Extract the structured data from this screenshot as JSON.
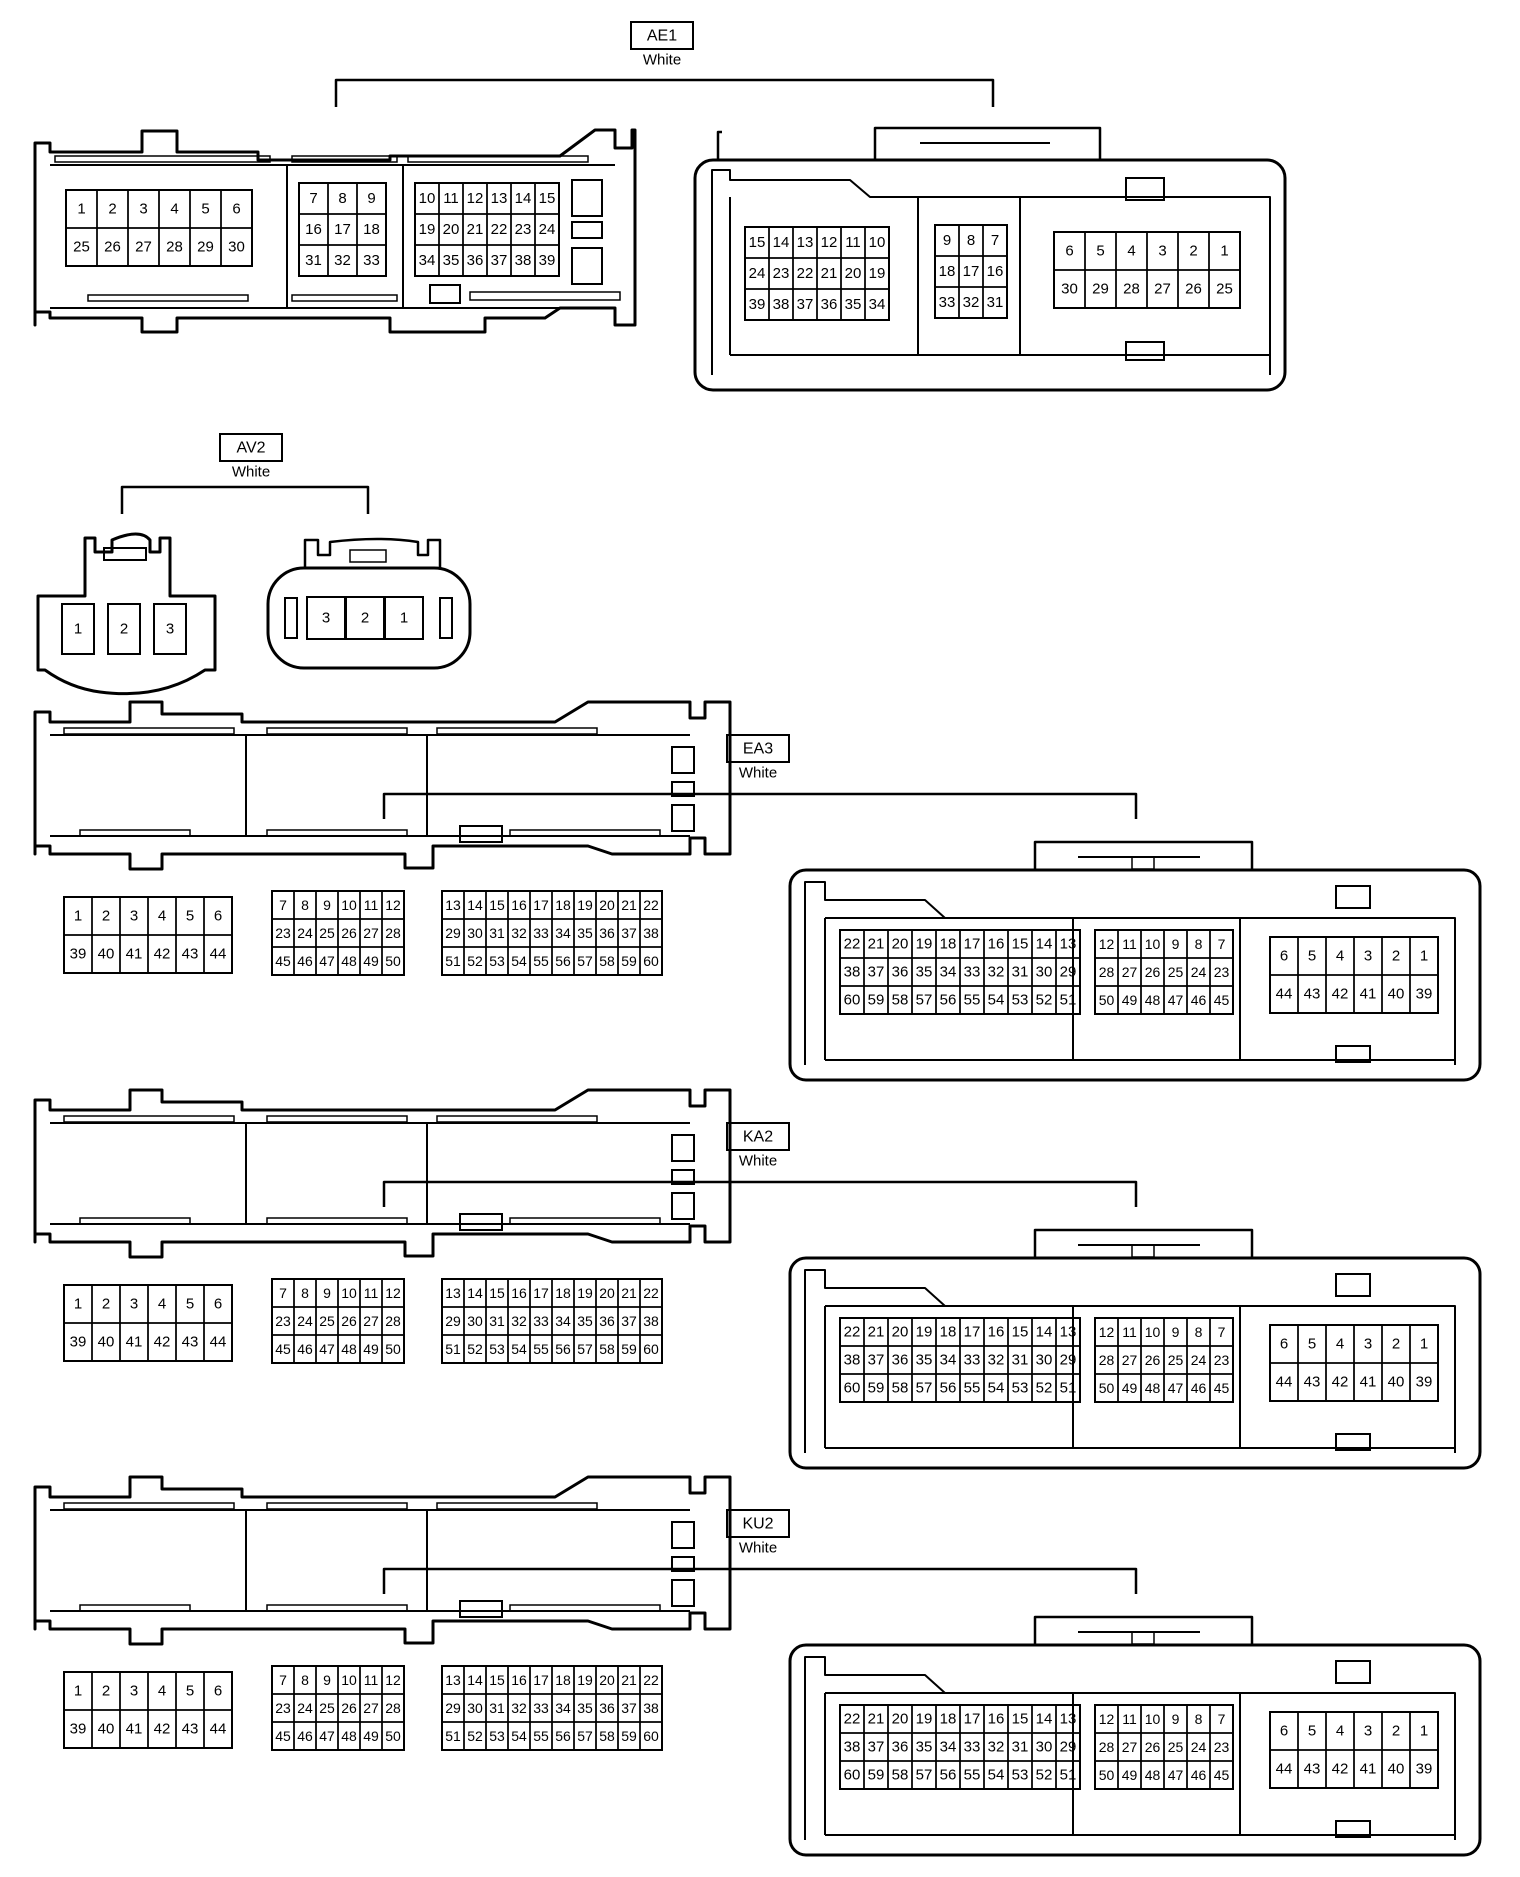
{
  "connectors": [
    {
      "id": "AE1",
      "color": "White",
      "male": {
        "blocks": [
          {
            "rows": [
              [
                "1",
                "2",
                "3",
                "4",
                "5",
                "6"
              ],
              [
                "25",
                "26",
                "27",
                "28",
                "29",
                "30"
              ]
            ]
          },
          {
            "rows": [
              [
                "7",
                "8",
                "9"
              ],
              [
                "16",
                "17",
                "18"
              ],
              [
                "31",
                "32",
                "33"
              ]
            ]
          },
          {
            "rows": [
              [
                "10",
                "11",
                "12",
                "13",
                "14",
                "15"
              ],
              [
                "19",
                "20",
                "21",
                "22",
                "23",
                "24"
              ],
              [
                "34",
                "35",
                "36",
                "37",
                "38",
                "39"
              ]
            ]
          }
        ]
      },
      "female": {
        "blocks": [
          {
            "rows": [
              [
                "15",
                "14",
                "13",
                "12",
                "11",
                "10"
              ],
              [
                "24",
                "23",
                "22",
                "21",
                "20",
                "19"
              ],
              [
                "39",
                "38",
                "37",
                "36",
                "35",
                "34"
              ]
            ]
          },
          {
            "rows": [
              [
                "9",
                "8",
                "7"
              ],
              [
                "18",
                "17",
                "16"
              ],
              [
                "33",
                "32",
                "31"
              ]
            ]
          },
          {
            "rows": [
              [
                "6",
                "5",
                "4",
                "3",
                "2",
                "1"
              ],
              [
                "30",
                "29",
                "28",
                "27",
                "26",
                "25"
              ]
            ]
          }
        ]
      }
    },
    {
      "id": "AV2",
      "color": "White",
      "male": {
        "blocks": [
          {
            "rows": [
              [
                "1",
                "2",
                "3"
              ]
            ]
          }
        ]
      },
      "female": {
        "blocks": [
          {
            "rows": [
              [
                "3",
                "2",
                "1"
              ]
            ]
          }
        ]
      }
    },
    {
      "id": "EA3",
      "color": "White",
      "male": {
        "blocks": [
          {
            "rows": [
              [
                "1",
                "2",
                "3",
                "4",
                "5",
                "6"
              ],
              [
                "39",
                "40",
                "41",
                "42",
                "43",
                "44"
              ]
            ]
          },
          {
            "rows": [
              [
                "7",
                "8",
                "9",
                "10",
                "11",
                "12"
              ],
              [
                "23",
                "24",
                "25",
                "26",
                "27",
                "28"
              ],
              [
                "45",
                "46",
                "47",
                "48",
                "49",
                "50"
              ]
            ]
          },
          {
            "rows": [
              [
                "13",
                "14",
                "15",
                "16",
                "17",
                "18",
                "19",
                "20",
                "21",
                "22"
              ],
              [
                "29",
                "30",
                "31",
                "32",
                "33",
                "34",
                "35",
                "36",
                "37",
                "38"
              ],
              [
                "51",
                "52",
                "53",
                "54",
                "55",
                "56",
                "57",
                "58",
                "59",
                "60"
              ]
            ]
          }
        ]
      },
      "female": {
        "blocks": [
          {
            "rows": [
              [
                "22",
                "21",
                "20",
                "19",
                "18",
                "17",
                "16",
                "15",
                "14",
                "13"
              ],
              [
                "38",
                "37",
                "36",
                "35",
                "34",
                "33",
                "32",
                "31",
                "30",
                "29"
              ],
              [
                "60",
                "59",
                "58",
                "57",
                "56",
                "55",
                "54",
                "53",
                "52",
                "51"
              ]
            ]
          },
          {
            "rows": [
              [
                "12",
                "11",
                "10",
                "9",
                "8",
                "7"
              ],
              [
                "28",
                "27",
                "26",
                "25",
                "24",
                "23"
              ],
              [
                "50",
                "49",
                "48",
                "47",
                "46",
                "45"
              ]
            ]
          },
          {
            "rows": [
              [
                "6",
                "5",
                "4",
                "3",
                "2",
                "1"
              ],
              [
                "44",
                "43",
                "42",
                "41",
                "40",
                "39"
              ]
            ]
          }
        ]
      }
    },
    {
      "id": "KA2",
      "color": "White",
      "male": {
        "blocks": [
          {
            "rows": [
              [
                "1",
                "2",
                "3",
                "4",
                "5",
                "6"
              ],
              [
                "39",
                "40",
                "41",
                "42",
                "43",
                "44"
              ]
            ]
          },
          {
            "rows": [
              [
                "7",
                "8",
                "9",
                "10",
                "11",
                "12"
              ],
              [
                "23",
                "24",
                "25",
                "26",
                "27",
                "28"
              ],
              [
                "45",
                "46",
                "47",
                "48",
                "49",
                "50"
              ]
            ]
          },
          {
            "rows": [
              [
                "13",
                "14",
                "15",
                "16",
                "17",
                "18",
                "19",
                "20",
                "21",
                "22"
              ],
              [
                "29",
                "30",
                "31",
                "32",
                "33",
                "34",
                "35",
                "36",
                "37",
                "38"
              ],
              [
                "51",
                "52",
                "53",
                "54",
                "55",
                "56",
                "57",
                "58",
                "59",
                "60"
              ]
            ]
          }
        ]
      },
      "female": {
        "blocks": [
          {
            "rows": [
              [
                "22",
                "21",
                "20",
                "19",
                "18",
                "17",
                "16",
                "15",
                "14",
                "13"
              ],
              [
                "38",
                "37",
                "36",
                "35",
                "34",
                "33",
                "32",
                "31",
                "30",
                "29"
              ],
              [
                "60",
                "59",
                "58",
                "57",
                "56",
                "55",
                "54",
                "53",
                "52",
                "51"
              ]
            ]
          },
          {
            "rows": [
              [
                "12",
                "11",
                "10",
                "9",
                "8",
                "7"
              ],
              [
                "28",
                "27",
                "26",
                "25",
                "24",
                "23"
              ],
              [
                "50",
                "49",
                "48",
                "47",
                "46",
                "45"
              ]
            ]
          },
          {
            "rows": [
              [
                "6",
                "5",
                "4",
                "3",
                "2",
                "1"
              ],
              [
                "44",
                "43",
                "42",
                "41",
                "40",
                "39"
              ]
            ]
          }
        ]
      }
    },
    {
      "id": "KU2",
      "color": "White",
      "male": {
        "blocks": [
          {
            "rows": [
              [
                "1",
                "2",
                "3",
                "4",
                "5",
                "6"
              ],
              [
                "39",
                "40",
                "41",
                "42",
                "43",
                "44"
              ]
            ]
          },
          {
            "rows": [
              [
                "7",
                "8",
                "9",
                "10",
                "11",
                "12"
              ],
              [
                "23",
                "24",
                "25",
                "26",
                "27",
                "28"
              ],
              [
                "45",
                "46",
                "47",
                "48",
                "49",
                "50"
              ]
            ]
          },
          {
            "rows": [
              [
                "13",
                "14",
                "15",
                "16",
                "17",
                "18",
                "19",
                "20",
                "21",
                "22"
              ],
              [
                "29",
                "30",
                "31",
                "32",
                "33",
                "34",
                "35",
                "36",
                "37",
                "38"
              ],
              [
                "51",
                "52",
                "53",
                "54",
                "55",
                "56",
                "57",
                "58",
                "59",
                "60"
              ]
            ]
          }
        ]
      },
      "female": {
        "blocks": [
          {
            "rows": [
              [
                "22",
                "21",
                "20",
                "19",
                "18",
                "17",
                "16",
                "15",
                "14",
                "13"
              ],
              [
                "38",
                "37",
                "36",
                "35",
                "34",
                "33",
                "32",
                "31",
                "30",
                "29"
              ],
              [
                "60",
                "59",
                "58",
                "57",
                "56",
                "55",
                "54",
                "53",
                "52",
                "51"
              ]
            ]
          },
          {
            "rows": [
              [
                "12",
                "11",
                "10",
                "9",
                "8",
                "7"
              ],
              [
                "28",
                "27",
                "26",
                "25",
                "24",
                "23"
              ],
              [
                "50",
                "49",
                "48",
                "47",
                "46",
                "45"
              ]
            ]
          },
          {
            "rows": [
              [
                "6",
                "5",
                "4",
                "3",
                "2",
                "1"
              ],
              [
                "44",
                "43",
                "42",
                "41",
                "40",
                "39"
              ]
            ]
          }
        ]
      }
    }
  ]
}
